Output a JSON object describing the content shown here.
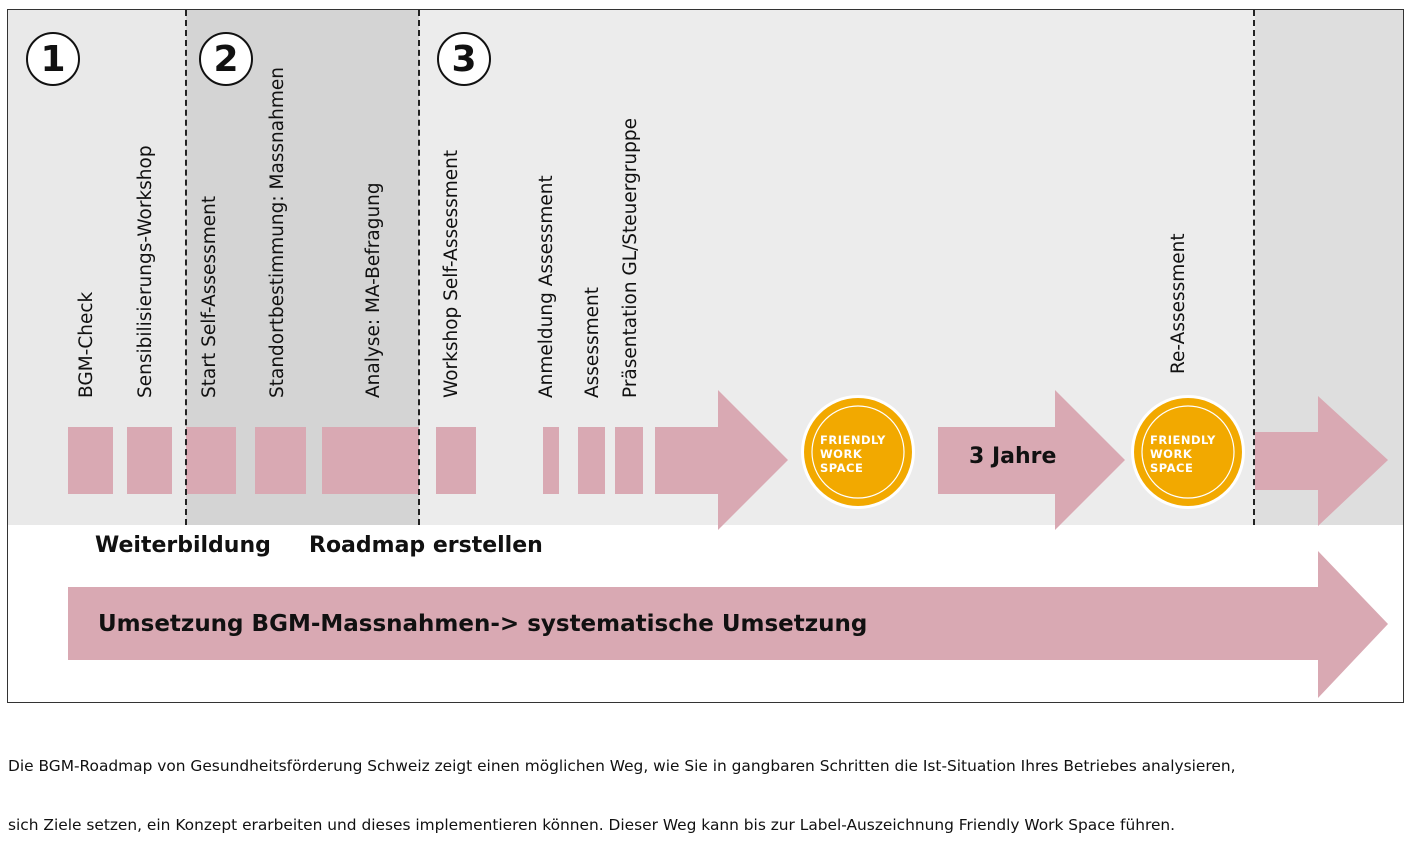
{
  "phases": [
    {
      "number": "1"
    },
    {
      "number": "2"
    },
    {
      "number": "3"
    }
  ],
  "steps": [
    {
      "label": "BGM-Check"
    },
    {
      "label": "Sensibilisierungs-Workshop"
    },
    {
      "label": "Start Self-Assessment"
    },
    {
      "label": "Standortbestimmung: Massnahmen"
    },
    {
      "label": "Analyse: MA-Befragung"
    },
    {
      "label": "Workshop Self-Assessment"
    },
    {
      "label": "Anmeldung Assessment"
    },
    {
      "label": "Assessment"
    },
    {
      "label": "Präsentation GL/Steuergruppe"
    },
    {
      "label": "Re-Assessment"
    }
  ],
  "badge": {
    "lines": [
      "FRIENDLY",
      "WORK",
      "SPACE"
    ],
    "color": "#f2a900"
  },
  "interval_label": "3 Jahre",
  "support_labels": {
    "training": "Weiterbildung",
    "roadmap": "Roadmap erstellen"
  },
  "implementation_label": "Umsetzung BGM-Massnahmen-> systematische Umsetzung",
  "caption": {
    "line1": "Die BGM-Roadmap von Gesundheitsförderung Schweiz zeigt einen möglichen Weg, wie Sie in gangbaren Schritten die Ist-Situation Ihres Betriebes analysieren,",
    "line2": "sich Ziele setzen, ein Konzept erarbeiten und dieses implementieren können. Dieser Weg kann bis zur Label-Auszeichnung Friendly Work Space führen."
  },
  "colors": {
    "arrow": "#d9a9b3",
    "zone_light": "#e9e9e9",
    "zone_mid": "#d4d4d4",
    "zone_right": "#dedede"
  }
}
